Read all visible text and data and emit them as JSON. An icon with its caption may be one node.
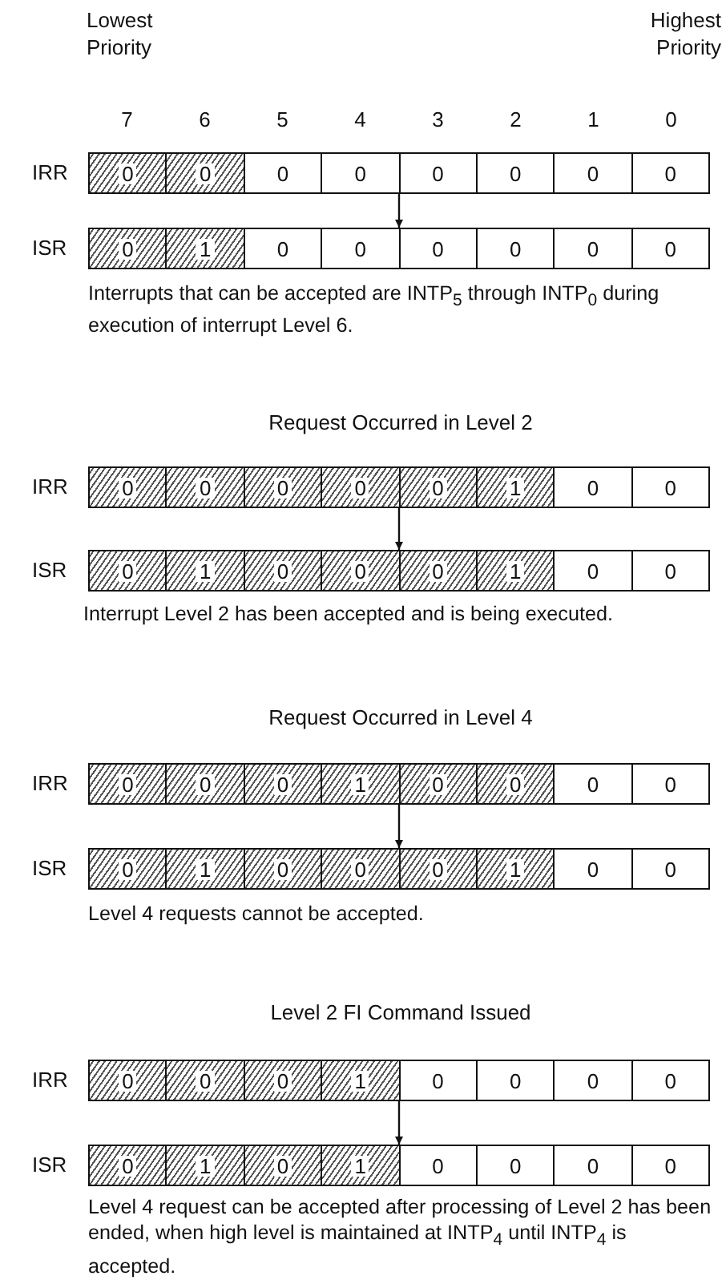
{
  "diagram": {
    "nodes": [
      {
        "text": [
          "0",
          "0",
          "0",
          "0",
          "0",
          "0",
          "0",
          "0"
        ],
        "beside": [
          "IRR"
        ]
      },
      {
        "text": [
          "0",
          "1",
          "0",
          "0",
          "0",
          "0",
          "0",
          "0"
        ],
        "beside": [
          "ISR"
        ]
      },
      {
        "text": [
          "0",
          "0",
          "0",
          "0",
          "0",
          "1",
          "0",
          "0"
        ],
        "beside": [
          "IRR"
        ]
      },
      {
        "text": [
          "0",
          "1",
          "0",
          "0",
          "0",
          "1",
          "0",
          "0"
        ],
        "beside": [
          "ISR"
        ]
      },
      {
        "text": [
          "0",
          "0",
          "0",
          "1",
          "0",
          "0",
          "0",
          "0"
        ],
        "beside": [
          "IRR"
        ]
      },
      {
        "text": [
          "0",
          "1",
          "0",
          "0",
          "0",
          "1",
          "0",
          "0"
        ],
        "beside": [
          "ISR"
        ]
      },
      {
        "text": [
          "0",
          "0",
          "0",
          "1",
          "0",
          "0",
          "0",
          "0"
        ],
        "beside": [
          "IRR"
        ]
      },
      {
        "text": [
          "0",
          "1",
          "0",
          "1",
          "0",
          "0",
          "0",
          "0"
        ],
        "beside": [
          "ISR"
        ]
      }
    ],
    "edges": [
      {
        "from": 0,
        "to": 1,
        "arrow": "to"
      },
      {
        "from": 2,
        "to": 3,
        "arrow": "to"
      },
      {
        "from": 4,
        "to": 5,
        "arrow": "to"
      },
      {
        "from": 6,
        "to": 7,
        "arrow": "to"
      }
    ],
    "labels": [
      "Lowest Priority",
      "Highest Priority",
      "7",
      "6",
      "5",
      "4",
      "3",
      "2",
      "1",
      "0",
      "Interrupts that can be accepted are INTP$_{5}$ through INTP$_{0}$ during execution of interrupt Level 6.",
      "Request Occurred in Level 2",
      "Interrupt Level 2 has been accepted and is being executed.",
      "Request Occurred in Level 4",
      "Level 4 requests cannot be accepted.",
      "Level 2 FI Command Issued",
      "Level 4 request can be accepted after processing of Level 2 has been ended, when high level is maintained at INTP$_{4}$ until INTP$_{4}$ is accepted."
    ]
  }
}
